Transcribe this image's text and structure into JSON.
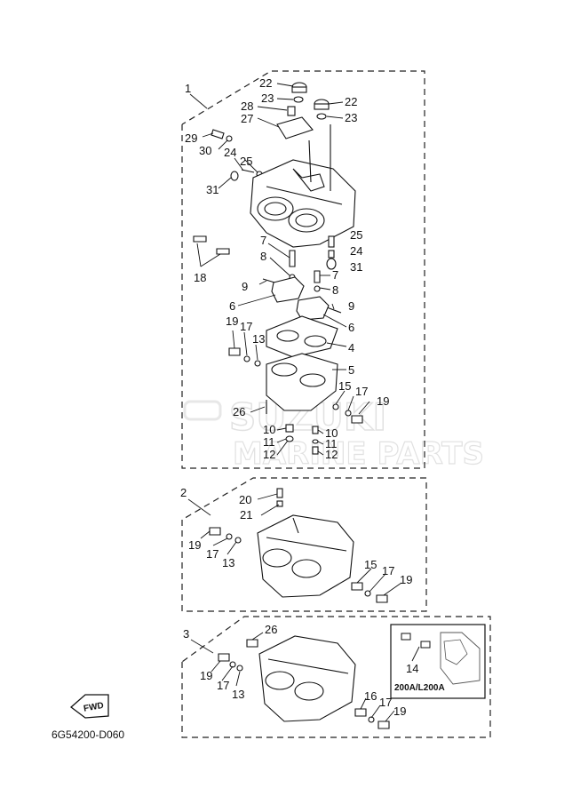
{
  "diagram": {
    "code": "6G54200-D060",
    "inset_label": "200A/L200A",
    "fwd_label": "FWD",
    "watermark": {
      "line1": "SUZUKI",
      "line2": "MARINE PARTS"
    },
    "groups": {
      "g1": "1",
      "g2": "2",
      "g3": "3"
    },
    "callouts": {
      "c22a": "22",
      "c23a": "23",
      "c22b": "22",
      "c23b": "23",
      "c28": "28",
      "c27": "27",
      "c29": "29",
      "c30": "30",
      "c24a": "24",
      "c25a": "25",
      "c31a": "31",
      "c25b": "25",
      "c24b": "24",
      "c31b": "31",
      "c18": "18",
      "c7a": "7",
      "c8a": "8",
      "c9a": "9",
      "c6a": "6",
      "c7b": "7",
      "c8b": "8",
      "c9b": "9",
      "c6b": "6",
      "c4": "4",
      "c5": "5",
      "c13a": "13",
      "c17a": "17",
      "c19a": "19",
      "c15a": "15",
      "c17b": "17",
      "c19b": "19",
      "c26a": "26",
      "c10a": "10",
      "c11a": "11",
      "c12a": "12",
      "c10b": "10",
      "c11b": "11",
      "c12b": "12",
      "c20": "20",
      "c21": "21",
      "c19c": "19",
      "c17c": "17",
      "c13b": "13",
      "c15b": "15",
      "c17d": "17",
      "c19d": "19",
      "c26b": "26",
      "c19e": "19",
      "c17e": "17",
      "c13c": "13",
      "c16": "16",
      "c17f": "17",
      "c19f": "19",
      "c14": "14"
    }
  }
}
